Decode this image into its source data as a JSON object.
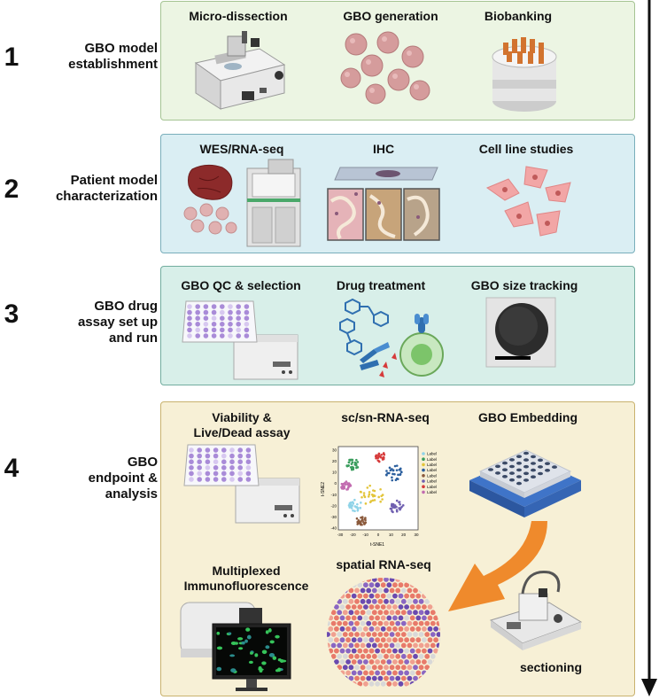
{
  "steps": [
    {
      "number": "1",
      "label_lines": [
        "GBO model",
        "establishment"
      ],
      "items": [
        "Micro-dissection",
        "GBO generation",
        "Biobanking"
      ]
    },
    {
      "number": "2",
      "label_lines": [
        "Patient model",
        "characterization"
      ],
      "items": [
        "WES/RNA-seq",
        "IHC",
        "Cell line studies"
      ]
    },
    {
      "number": "3",
      "label_lines": [
        "GBO drug",
        "assay set up",
        "and run"
      ],
      "items": [
        "GBO QC & selection",
        "Drug treatment",
        "GBO size tracking"
      ]
    },
    {
      "number": "4",
      "label_lines": [
        "GBO",
        "endpoint &",
        "analysis"
      ],
      "items": [
        "Viability &",
        "Live/Dead assay",
        "sc/sn-RNA-seq",
        "GBO Embedding",
        "Multiplexed",
        "Immunofluorescence",
        "spatial RNA-seq",
        "sectioning"
      ]
    }
  ],
  "tsne": {
    "xlabel": "t-SNE1",
    "ylabel": "t-SNE2",
    "x_ticks": [
      "-30",
      "-20",
      "-10",
      "0",
      "10",
      "20",
      "30"
    ],
    "y_ticks": [
      "30",
      "20",
      "10",
      "0",
      "-10",
      "-20",
      "-30",
      "-40"
    ],
    "legend": [
      "Label",
      "Label",
      "Label",
      "Label",
      "Label",
      "Label",
      "Label",
      "Label"
    ],
    "legend_colors": [
      "#8fd3e8",
      "#3a9d5d",
      "#e3c53a",
      "#2b5f9e",
      "#8b5a3c",
      "#6f5fb0",
      "#d63a3a",
      "#c26bb0"
    ]
  },
  "colors": {
    "panel1": "#ecf5e3",
    "panel2": "#daeef3",
    "panel3": "#d8efe9",
    "panel4": "#f7f0d6",
    "arrow_orange": "#ef8a2c",
    "timeline": "#111111"
  },
  "icons": [
    "microtome-icon",
    "organoids-icon",
    "cryobox-icon",
    "tissue-icon",
    "sequencer-icon",
    "ihc-slide-icon",
    "cells-icon",
    "well-plate-icon",
    "plate-reader-icon",
    "drug-molecules-icon",
    "antibody-icon",
    "tcell-icon",
    "microscopy-image-icon",
    "embedding-block-icon",
    "orange-arrow-icon",
    "confocal-microscope-icon",
    "monitor-icon",
    "spatial-spots-icon",
    "cryostat-icon",
    "timeline-arrow-icon"
  ]
}
